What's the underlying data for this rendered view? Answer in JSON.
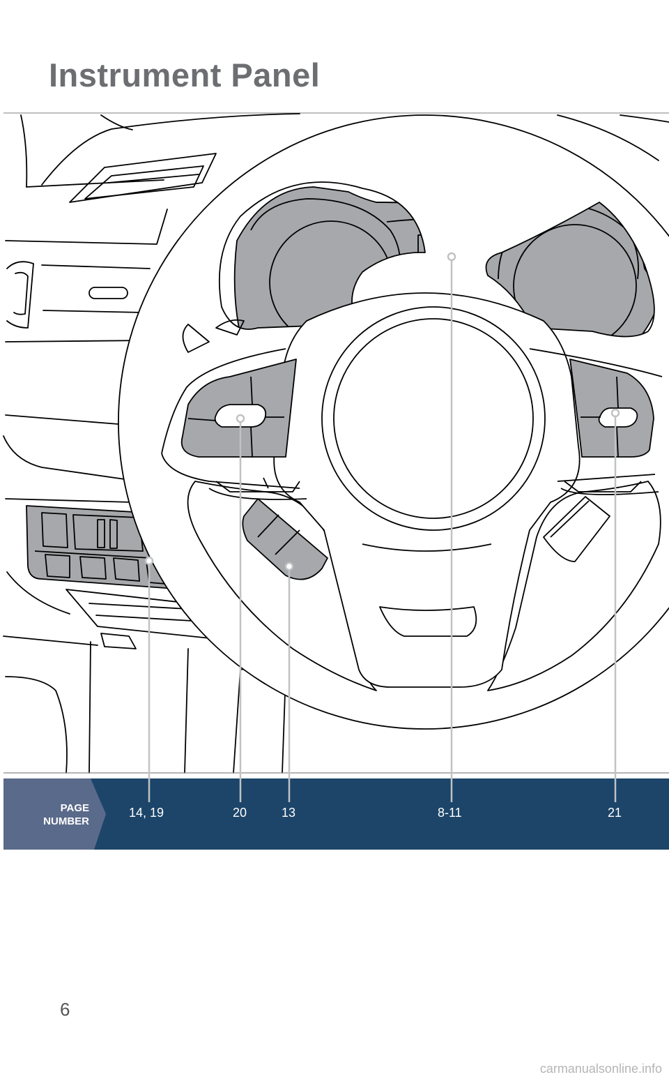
{
  "title": "Instrument Panel",
  "colors": {
    "title": "#6d6e71",
    "bar_dark": "#1c4569",
    "bar_light": "#5a6a8a",
    "fill_gray": "#a6a8ab",
    "line": "#000000",
    "leader": "#c0c2c4"
  },
  "page_label": {
    "line1": "PAGE",
    "line2": "NUMBER"
  },
  "references": [
    {
      "id": "left-switch-panel",
      "page": "14, 19"
    },
    {
      "id": "left-steering-switch",
      "page": "20"
    },
    {
      "id": "lower-switch",
      "page": "13"
    },
    {
      "id": "combination-meter-display",
      "page": "8-11"
    },
    {
      "id": "right-steering-switch",
      "page": "21"
    }
  ],
  "footer": {
    "page_number": "6",
    "watermark": "carmanualsonline.info"
  }
}
